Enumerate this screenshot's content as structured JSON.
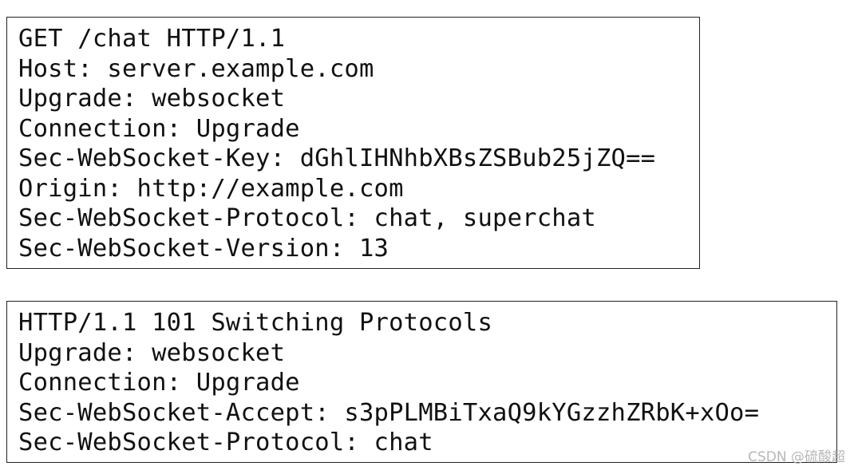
{
  "request": {
    "lines": [
      "GET /chat HTTP/1.1",
      "Host: server.example.com",
      "Upgrade: websocket",
      "Connection: Upgrade",
      "Sec-WebSocket-Key: dGhlIHNhbXBsZSBub25jZQ==",
      "Origin: http://example.com",
      "Sec-WebSocket-Protocol: chat, superchat",
      "Sec-WebSocket-Version: 13"
    ]
  },
  "response": {
    "lines": [
      "HTTP/1.1 101 Switching Protocols",
      "Upgrade: websocket",
      "Connection: Upgrade",
      "Sec-WebSocket-Accept: s3pPLMBiTxaQ9kYGzzhZRbK+xOo=",
      "Sec-WebSocket-Protocol: chat"
    ]
  },
  "watermark": "CSDN @硫酸超"
}
